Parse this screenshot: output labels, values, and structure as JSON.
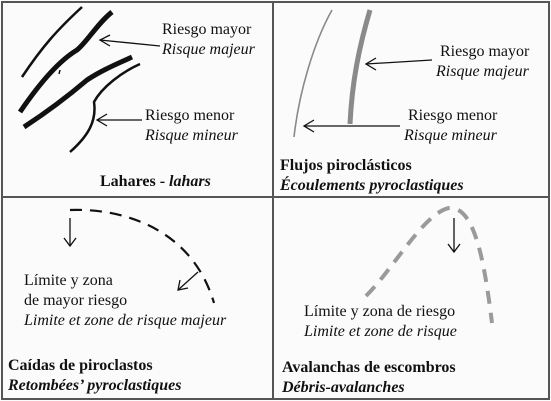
{
  "panels": {
    "lahares": {
      "label_major_es": "Riesgo mayor",
      "label_major_fr": "Risque majeur",
      "label_minor_es": "Riesgo menor",
      "label_minor_fr": "Risque mineur",
      "title_es": "Lahares - ",
      "title_fr": "lahars"
    },
    "flujos": {
      "label_major_es": "Riesgo mayor",
      "label_major_fr": "Risque majeur",
      "label_minor_es": "Riesgo menor",
      "label_minor_fr": "Risque mineur",
      "title_es": "Flujos piroclásticos",
      "title_fr": "Écoulements  pyroclastiques"
    },
    "caidas": {
      "label_es_1": "Límite y zona",
      "label_es_2": "de mayor riesgo",
      "label_fr": "Limite et zone de risque majeur",
      "title_es": "Caídas de piroclastos",
      "title_fr": "Retombées’ pyroclastiques"
    },
    "avalanchas": {
      "label_es": "Límite y zona de riesgo",
      "label_fr": "Limite et zone de risque",
      "title_es": "Avalanchas de escombros",
      "title_fr": "Débris-avalanches"
    }
  },
  "colors": {
    "line_dark": "#111111",
    "line_grey": "#8a8a8a",
    "dash_grey": "#9a9a9a"
  }
}
